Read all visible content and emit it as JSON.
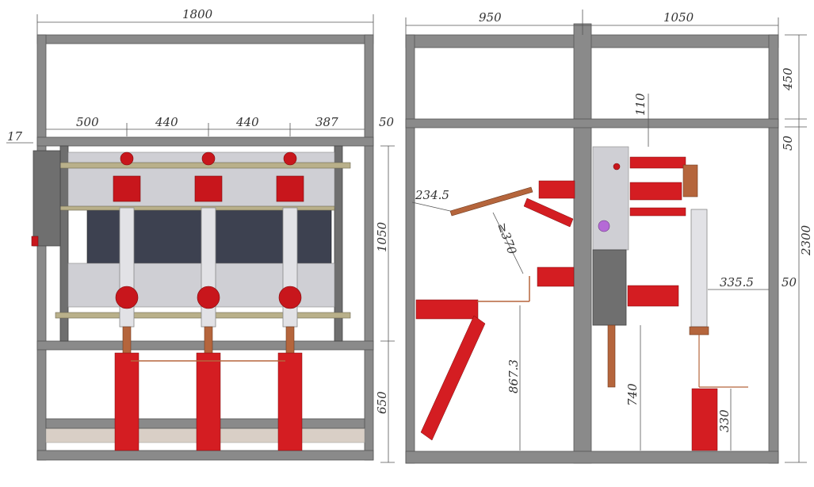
{
  "dimensions": {
    "front": {
      "total_width": "1800",
      "seg1": "500",
      "seg2": "440",
      "seg3": "440",
      "seg4": "387",
      "right_offset": "50",
      "left_offset": "17",
      "upper_height": "1050",
      "lower_height": "650"
    },
    "side": {
      "left_width": "950",
      "right_width": "1050",
      "top_height": "450",
      "offset_top": "50",
      "total_height": "2300",
      "gap_110": "110",
      "arm_len": "234.5",
      "clearance": "≥370",
      "insulator_height": "867.3",
      "fuse_offset": "335.5",
      "right_margin": "50",
      "arrester_height": "740",
      "base_height": "330"
    }
  },
  "colors": {
    "frame": "#8a8a8a",
    "insulator": "#c8161c",
    "panel": "#3d4150",
    "fuse": "#e2e2e6",
    "copper": "#b5653c"
  }
}
